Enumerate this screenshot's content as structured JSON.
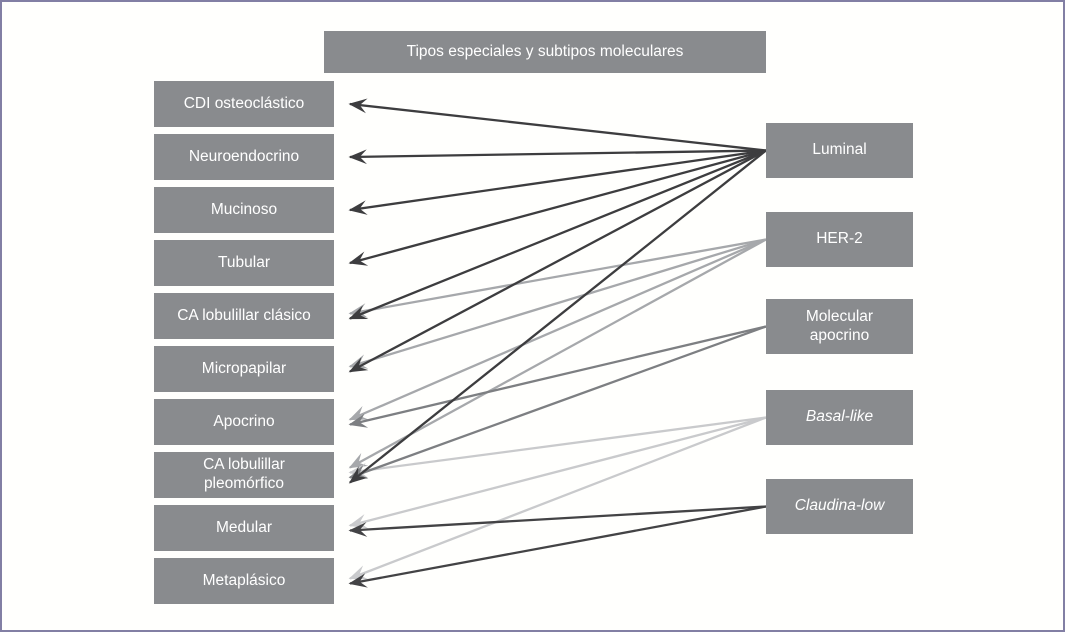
{
  "title": "Tipos especiales y subtipos moleculares",
  "colors": {
    "box_fill": "#898b8e",
    "box_text": "#ffffff",
    "frame_border": "#827fa4",
    "background": "#ffffff"
  },
  "left_nodes": [
    {
      "id": "cdi-osteoclastico",
      "label": "CDI osteoclástico"
    },
    {
      "id": "neuroendocrino",
      "label": "Neuroendocrino"
    },
    {
      "id": "mucinoso",
      "label": "Mucinoso"
    },
    {
      "id": "tubular",
      "label": "Tubular"
    },
    {
      "id": "ca-lobulillar-clasico",
      "label": "CA lobulillar clásico"
    },
    {
      "id": "micropapilar",
      "label": "Micropapilar"
    },
    {
      "id": "apocrino",
      "label": "Apocrino"
    },
    {
      "id": "ca-lobulillar-pleomorfico",
      "label": "CA lobulillar pleomórfico"
    },
    {
      "id": "medular",
      "label": "Medular"
    },
    {
      "id": "metaplasico",
      "label": "Metaplásico"
    }
  ],
  "right_nodes": [
    {
      "id": "luminal",
      "label": "Luminal",
      "italic": false
    },
    {
      "id": "her2",
      "label": "HER-2",
      "italic": false
    },
    {
      "id": "molecular-apocrino",
      "label": "Molecular apocrino",
      "italic": false
    },
    {
      "id": "basal-like",
      "label": "Basal-like",
      "italic": true
    },
    {
      "id": "claudina-low",
      "label": "Claudina-low",
      "italic": true
    }
  ],
  "edge_colors": {
    "luminal": "#3d3d3f",
    "her2": "#a6a8ab",
    "molecular-apocrino": "#7d7f82",
    "basal-like": "#c9cacc",
    "claudina-low": "#434345"
  },
  "edges": [
    {
      "from": "her2",
      "to": "ca-lobulillar-clasico"
    },
    {
      "from": "her2",
      "to": "micropapilar"
    },
    {
      "from": "her2",
      "to": "apocrino"
    },
    {
      "from": "her2",
      "to": "ca-lobulillar-pleomorfico"
    },
    {
      "from": "basal-like",
      "to": "ca-lobulillar-pleomorfico"
    },
    {
      "from": "basal-like",
      "to": "medular"
    },
    {
      "from": "basal-like",
      "to": "metaplasico"
    },
    {
      "from": "molecular-apocrino",
      "to": "apocrino"
    },
    {
      "from": "molecular-apocrino",
      "to": "ca-lobulillar-pleomorfico"
    },
    {
      "from": "claudina-low",
      "to": "medular"
    },
    {
      "from": "claudina-low",
      "to": "metaplasico"
    },
    {
      "from": "luminal",
      "to": "cdi-osteoclastico"
    },
    {
      "from": "luminal",
      "to": "neuroendocrino"
    },
    {
      "from": "luminal",
      "to": "mucinoso"
    },
    {
      "from": "luminal",
      "to": "tubular"
    },
    {
      "from": "luminal",
      "to": "ca-lobulillar-clasico"
    },
    {
      "from": "luminal",
      "to": "micropapilar"
    },
    {
      "from": "luminal",
      "to": "ca-lobulillar-pleomorfico"
    }
  ]
}
